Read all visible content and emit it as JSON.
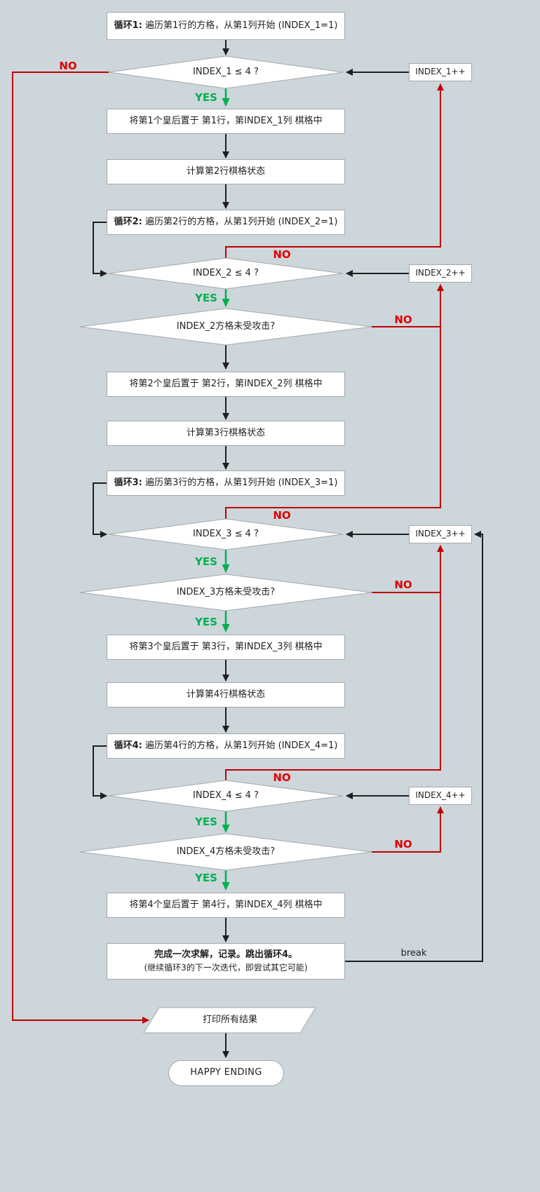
{
  "colors": {
    "background": "#cdd6db",
    "node_fill": "#ffffff",
    "node_border": "#a3a9ad",
    "line_black": "#1f1f1f",
    "no_red": "#c00000",
    "yes_green": "#00b050"
  },
  "labels": {
    "yes": "YES",
    "no": "NO",
    "break": "break"
  },
  "nodes": {
    "loop1": {
      "bold": "循环1:",
      "text": " 遍历第1行的方格，从第1列开始 (INDEX_1=1)"
    },
    "cond1": {
      "text": "INDEX_1 ≤ 4 ?"
    },
    "inc1": {
      "text": "INDEX_1++"
    },
    "place1": {
      "text": "将第1个皇后置于 第1行，第INDEX_1列 棋格中"
    },
    "calc2": {
      "text": "计算第2行棋格状态"
    },
    "loop2": {
      "bold": "循环2:",
      "text": " 遍历第2行的方格，从第1列开始 (INDEX_2=1)"
    },
    "cond2": {
      "text": "INDEX_2 ≤ 4 ?"
    },
    "inc2": {
      "text": "INDEX_2++"
    },
    "safe2": {
      "text": "INDEX_2方格未受攻击?"
    },
    "place2": {
      "text": "将第2个皇后置于 第2行，第INDEX_2列 棋格中"
    },
    "calc3": {
      "text": "计算第3行棋格状态"
    },
    "loop3": {
      "bold": "循环3:",
      "text": " 遍历第3行的方格，从第1列开始 (INDEX_3=1)"
    },
    "cond3": {
      "text": "INDEX_3 ≤ 4 ?"
    },
    "inc3": {
      "text": "INDEX_3++"
    },
    "safe3": {
      "text": "INDEX_3方格未受攻击?"
    },
    "place3": {
      "text": "将第3个皇后置于 第3行，第INDEX_3列 棋格中"
    },
    "calc4": {
      "text": "计算第4行棋格状态"
    },
    "loop4": {
      "bold": "循环4:",
      "text": " 遍历第4行的方格，从第1列开始 (INDEX_4=1)"
    },
    "cond4": {
      "text": "INDEX_4 ≤ 4 ?"
    },
    "inc4": {
      "text": "INDEX_4++"
    },
    "safe4": {
      "text": "INDEX_4方格未受攻击?"
    },
    "place4": {
      "text": "将第4个皇后置于 第4行，第INDEX_4列 棋格中"
    },
    "done": {
      "bold": "完成一次求解，记录。跳出循环4。",
      "sub": "(继续循环3的下一次迭代，即尝试其它可能)"
    },
    "print": {
      "text": "打印所有结果"
    },
    "end": {
      "text": "HAPPY ENDING"
    }
  }
}
